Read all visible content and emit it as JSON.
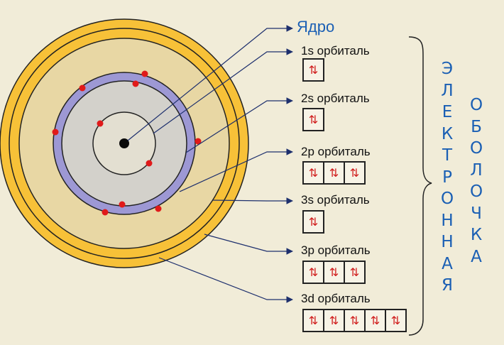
{
  "labels": {
    "core": "Ядро",
    "orb_1s": "1s орбиталь",
    "orb_2s": "2s орбиталь",
    "orb_2p": "2p орбиталь",
    "orb_3s": "3s орбиталь",
    "orb_3p": "3p орбиталь",
    "orb_3d": "3d орбиталь"
  },
  "orbital_cells": {
    "s": 1,
    "p": 3,
    "d": 5
  },
  "spin_symbol": "⇅",
  "shell_word_1": "ЭЛЕКТРОННАЯ",
  "shell_word_2": "ОБОЛОЧКА",
  "colors": {
    "background": "#f1ecd8",
    "outer_ring": "#f7c138",
    "outer_fill": "#e8d7a4",
    "middle_ring": "#9d98d4",
    "inner_fill": "#d3d1cb",
    "core_fill": "#e3dfd1",
    "electron": "#e01a1a",
    "arrow": "#1d2f6d",
    "text_blue": "#1a5fb4"
  }
}
